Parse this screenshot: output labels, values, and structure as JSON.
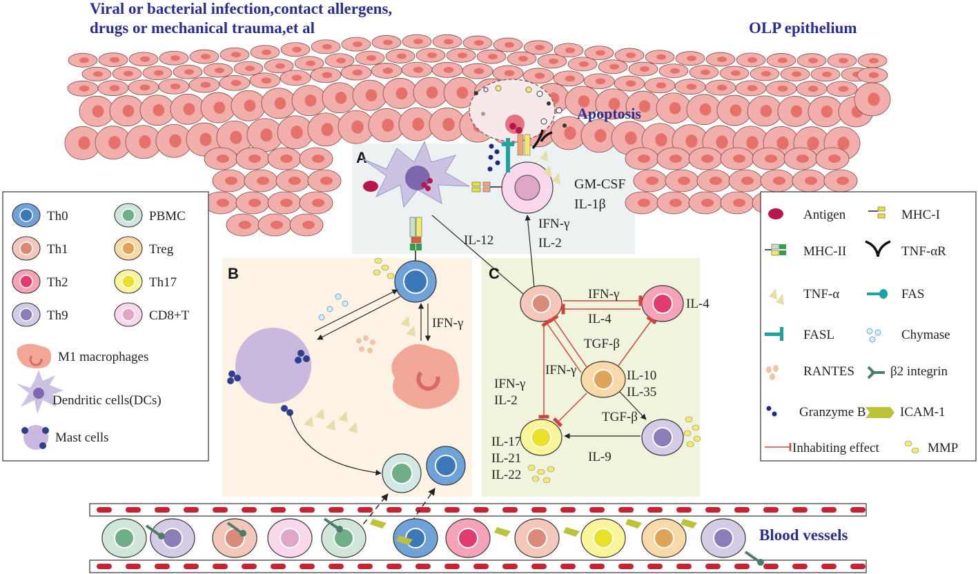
{
  "header": {
    "trigger_line1": "Viral or bacterial infection,contact allergens,",
    "trigger_line2": "drugs or mechanical trauma,et al",
    "epithelium": "OLP epithelium",
    "apoptosis": "Apoptosis",
    "blood_vessels": "Blood vessels"
  },
  "panels": {
    "a": "A",
    "b": "B",
    "c": "C"
  },
  "panel_a": {
    "gmcsf": "GM-CSF",
    "il1b": "IL-1β",
    "il12": "IL-12",
    "ifng": "IFN-γ",
    "il2": "IL-2"
  },
  "panel_b": {
    "ifng": "IFN-γ"
  },
  "panel_c": {
    "ifng_top": "IFN-γ",
    "il4_mid": "IL-4",
    "il4_right": "IL-4",
    "tgfb_1": "TGF-β",
    "ifng_center": "IFN-γ",
    "il10": "IL-10",
    "il35": "IL-35",
    "ifng_left": "IFN-γ",
    "il2_left": "IL-2",
    "tgfb_2": "TGF-β",
    "il17": "IL-17",
    "il21": "IL-21",
    "il22": "IL-22",
    "il9": "IL-9"
  },
  "left_legend": [
    {
      "label": "Th0",
      "fill": "#6fa3d8",
      "inner": "#3a78b8"
    },
    {
      "label": "PBMC",
      "fill": "#cfe6d8",
      "inner": "#6fae86"
    },
    {
      "label": "Th1",
      "fill": "#f3c8bb",
      "inner": "#d98a78"
    },
    {
      "label": "Treg",
      "fill": "#f8d9a8",
      "inner": "#e0a459"
    },
    {
      "label": "Th2",
      "fill": "#f6a3b8",
      "inner": "#e33b6e"
    },
    {
      "label": "Th17",
      "fill": "#fbf59a",
      "inner": "#e9e02a"
    },
    {
      "label": "Th9",
      "fill": "#d4cbe6",
      "inner": "#8c7cb8"
    },
    {
      "label": "CD8+T",
      "fill": "#f8d8ea",
      "inner": "#e0a6c6"
    }
  ],
  "left_legend_extra": {
    "m1": "M1 macrophages",
    "dc": "Dendritic cells(DCs)",
    "mast": "Mast cells"
  },
  "right_legend": {
    "antigen": "Antigen",
    "mhc1": "MHC-I",
    "mhc2": "MHC-II",
    "tnfar": "TNF-αR",
    "tnfa": "TNF-α",
    "fas": "FAS",
    "fasl": "FASL",
    "chymase": "Chymase",
    "rantes": "RANTES",
    "b2": "β2 integrin",
    "granzyme": "Granzyme B",
    "icam": "ICAM-1",
    "inhibit": "Inhabiting effect",
    "mmp": "MMP"
  },
  "colors": {
    "title_blue": "#2b2d8f",
    "epithelium_pink": "#f2aeaa",
    "epithelium_outline": "#7a4c46",
    "nucleus": "#e4726a",
    "panel_a_bg": "#ecf2f2",
    "panel_b_bg": "#fdf3e5",
    "panel_c_bg": "#f1f4dc",
    "inhibit_red": "#d0443c",
    "vessel_red": "#c92332"
  }
}
